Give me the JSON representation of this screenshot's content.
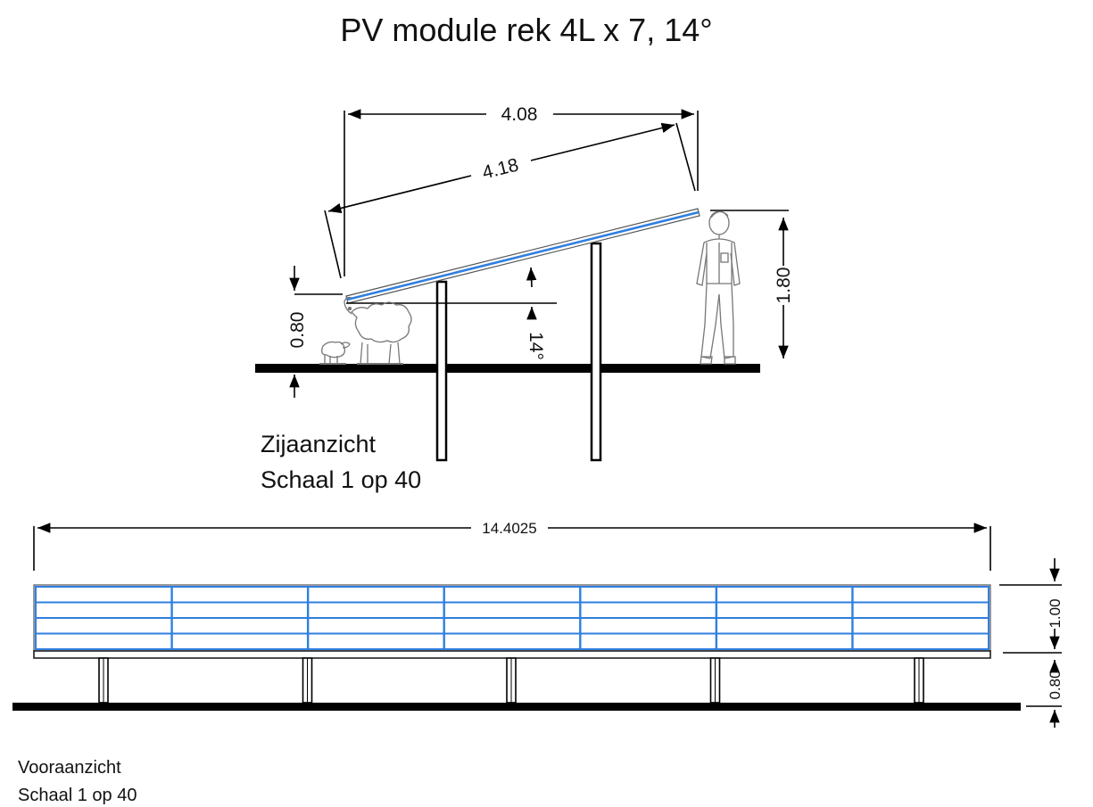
{
  "title": "PV module rek 4L x 7, 14°",
  "side_view": {
    "caption_line1": "Zijaanzicht",
    "caption_line2": "Schaal 1 op 40",
    "dim_horizontal": "4.08",
    "dim_slope": "4.18",
    "dim_height_low": "0.80",
    "dim_height_high": "1.80",
    "dim_angle": "14°"
  },
  "front_view": {
    "caption_line1": "Vooraanzicht",
    "caption_line2": "Schaal 1 op 40",
    "dim_width": "14.4025",
    "dim_panel_height": "1.00",
    "dim_clearance": "0.80",
    "columns": 7,
    "rows": 4,
    "posts": 5
  },
  "colors": {
    "module": "#2f7fe0",
    "ink": "#000000"
  }
}
